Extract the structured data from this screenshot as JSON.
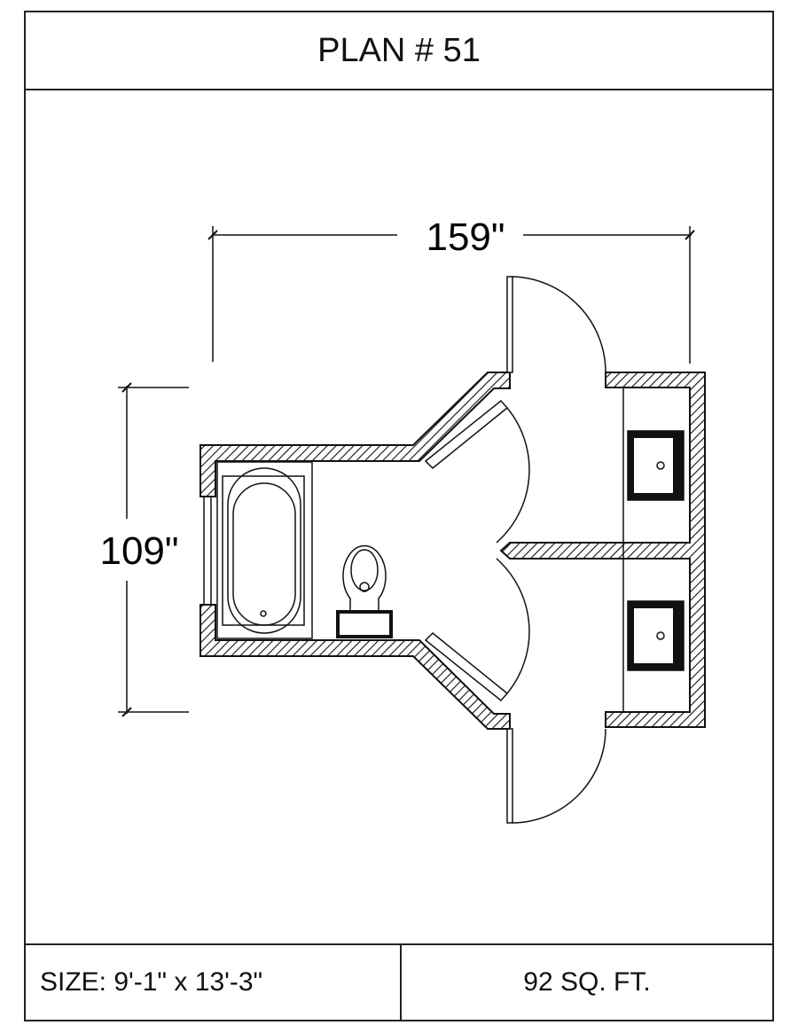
{
  "title": "PLAN # 51",
  "dimensions": {
    "width": "159\"",
    "height": "109\""
  },
  "footer": {
    "size": "SIZE:  9'-1\" x 13'-3\"",
    "area": "92 SQ. FT."
  },
  "colors": {
    "line": "#111111",
    "background": "#ffffff"
  }
}
